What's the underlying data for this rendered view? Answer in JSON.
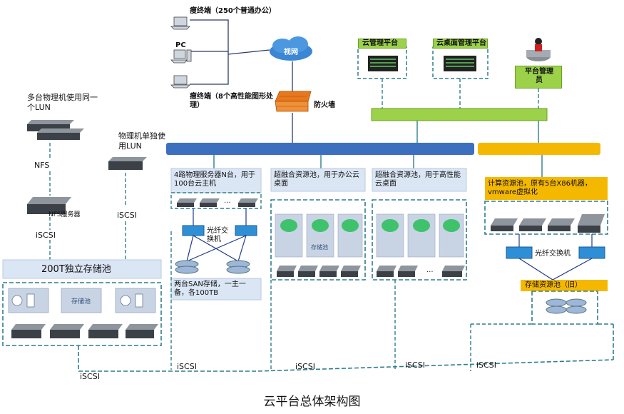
{
  "caption": "云平台总体架构图",
  "top_clients": {
    "thin1": "瘦终端（250个普通办公）",
    "pc": "PC",
    "thin2": "瘦终端（8个高性能图形处理）"
  },
  "network": {
    "video_net": "视网",
    "firewall": "防火墙"
  },
  "management": {
    "cloud_mgmt": "云管理平台",
    "desktop_mgmt": "云桌面管理平台",
    "admin": "平台管理员"
  },
  "left": {
    "multi_lun": "多台物理机使用同一个LUN",
    "single_lun": "物理机单独使用LUN",
    "nfs": "NFS",
    "nfs_server": "NFS服务器",
    "iscsi_a": "iSCSI",
    "iscsi_b": "iSCSI",
    "storage_pool_title": "200T独立存储池",
    "storage_pool_inner": "存储池"
  },
  "pools": {
    "pool1": "4路物理服务器N台，用于100台云主机",
    "fc_switch": "光纤交换机",
    "san": "两台SAN存储，一主一备，各100TB",
    "pool2": "超融合资源池，用于办公云桌面",
    "pool3": "超融合资源池，用于高性能云桌面",
    "pool4": "计算资源池，原有5台X86机器，vmware虚拟化",
    "fc_switch2": "光纤交换机",
    "storage_old": "存储资源池（旧）",
    "hci_storage": "存储池"
  },
  "bottom_iscsi": [
    "iSCSI",
    "iSCSI",
    "iSCSI",
    "iSCSI",
    "iSCSI"
  ],
  "colors": {
    "bus_blue": "#3d6fbf",
    "bus_yellow": "#f5b800",
    "green": "#9bd24a",
    "dash": "#2f7d8c"
  }
}
